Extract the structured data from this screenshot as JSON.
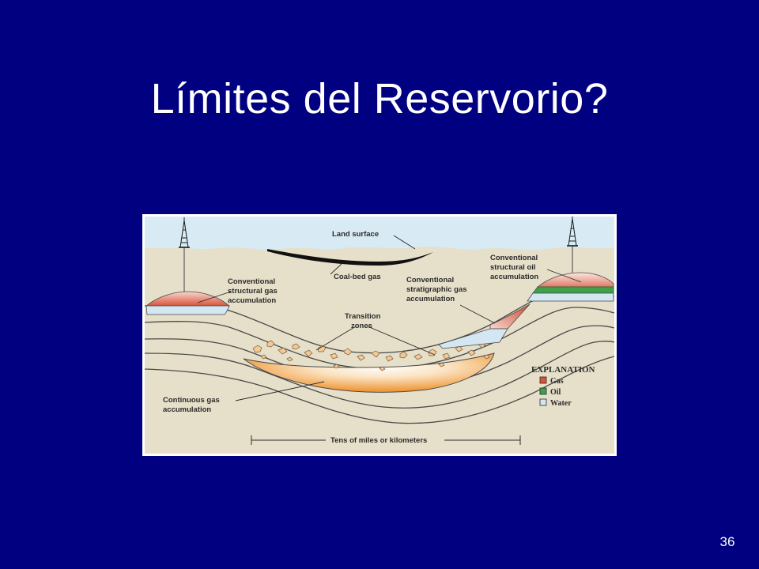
{
  "slide": {
    "title": "Límites del Reservorio?",
    "number": "36"
  },
  "diagram": {
    "labels": {
      "land_surface": "Land surface",
      "coal_bed_gas": "Coal-bed gas",
      "conv_struct_gas": [
        "Conventional",
        "structural gas",
        "accumulation"
      ],
      "conv_strat_gas": [
        "Conventional",
        "stratigraphic gas",
        "accumulation"
      ],
      "conv_struct_oil": [
        "Conventional",
        "structural oil",
        "accumulation"
      ],
      "transition_zones": [
        "Transition",
        "zones"
      ],
      "continuous_gas": [
        "Continuous gas",
        "accumulation"
      ],
      "scale": "Tens of miles or kilometers"
    },
    "explanation": {
      "title": "EXPLANATION",
      "items": [
        {
          "label": "Gas",
          "color": "#d9533b"
        },
        {
          "label": "Oil",
          "color": "#3f9f4a"
        },
        {
          "label": "Water",
          "color": "#d3e6f2"
        }
      ]
    },
    "colors": {
      "sky": "#d8ebf4",
      "ground": "#e6dfc9",
      "layer_line": "#4a4a4a",
      "continuous_gas": "#f0a24a",
      "gas": "#d9533b",
      "oil": "#3f9f4a",
      "water": "#d3e6f2"
    }
  }
}
